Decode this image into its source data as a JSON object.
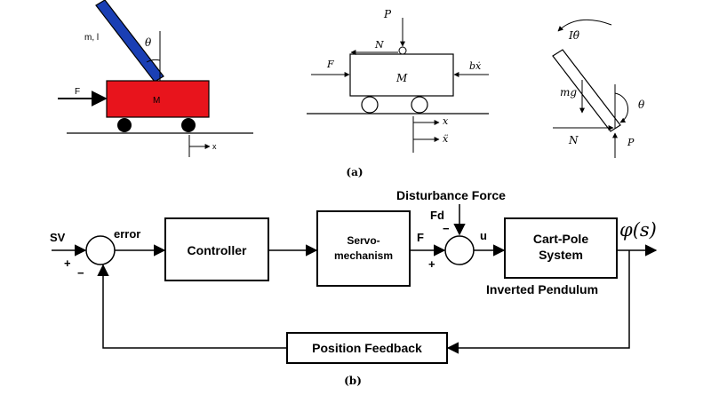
{
  "colors": {
    "cart": "#e8141c",
    "pole": "#1a3fb4",
    "ink": "#000000"
  },
  "panel_a": {
    "caption": "(a)",
    "cart_view": {
      "mass_label": "M",
      "pole_label": "m, l",
      "angle_label": "θ",
      "force_label": "F",
      "axis_label": "x"
    },
    "cart_fbd": {
      "vertical_force": "P",
      "horizontal_force": "N",
      "applied_force": "F",
      "mass_label": "M",
      "friction_label": "bẋ",
      "position_label": "x",
      "accel_label": "ẍ"
    },
    "pole_fbd": {
      "inertia_label": "Iθ̈",
      "weight_label": "mg",
      "angle_label": "θ",
      "horizontal_force": "N",
      "vertical_force": "P"
    }
  },
  "panel_b": {
    "caption": "(b)",
    "input_label": "SV",
    "sum1_plus": "+",
    "sum1_minus": "−",
    "error_label": "error",
    "controller_label": "Controller",
    "servo_line1": "Servo-",
    "servo_line2": "mechanism",
    "force_label": "F",
    "disturbance_title": "Disturbance Force",
    "disturbance_label": "Fd",
    "sum2_minus": "−",
    "sum2_plus": "+",
    "control_label": "u",
    "plant_line1": "Cart-Pole",
    "plant_line2": "System",
    "plant_caption": "Inverted Pendulum",
    "output_label": "φ(s)",
    "feedback_label": "Position Feedback"
  }
}
